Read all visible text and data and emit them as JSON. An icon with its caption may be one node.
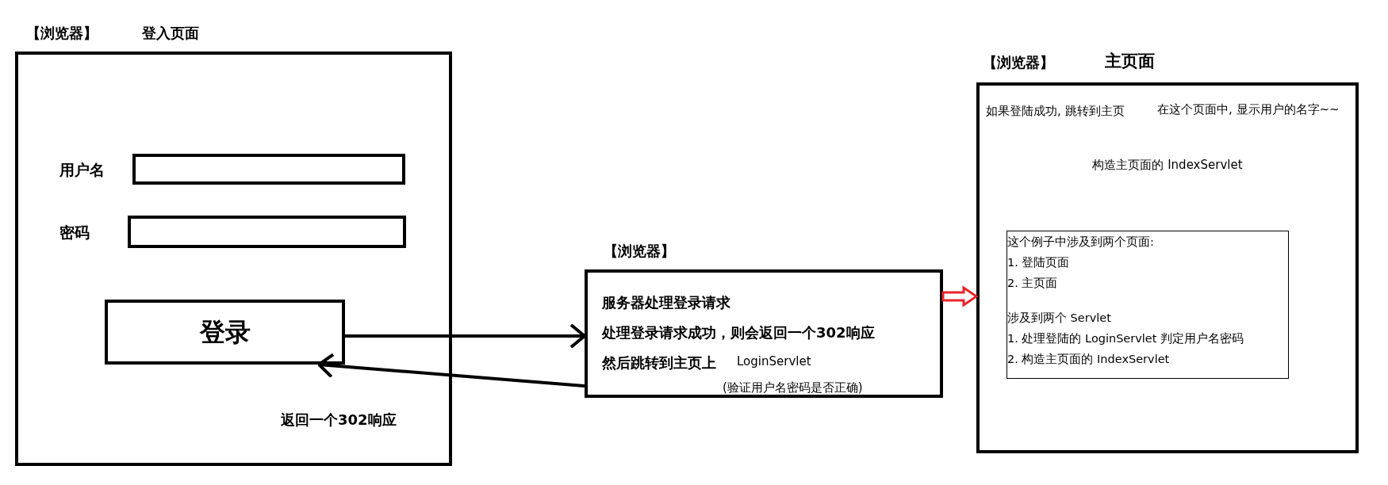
{
  "diagram": {
    "nodes": [
      {
        "text": [
          "【浏览器】",
          "登入页面"
        ]
      },
      {
        "text": [],
        "shape": "box",
        "in": 0,
        "beside": [
          "用户名"
        ]
      },
      {
        "text": [],
        "shape": "box",
        "in": 0,
        "beside": [
          "密码"
        ]
      },
      {
        "text": [
          "登录"
        ],
        "in": 0
      },
      {
        "text": [
          "【浏览器】",
          "服务器处理登录请求",
          "处理登录请求成功，则会返回一个302响应",
          "然后跳转到主页上",
          "LoginServlet",
          "(验证用户名密码是否正确)"
        ]
      },
      {
        "text": [
          "【浏览器】",
          "主页面",
          "如果登陆成功, 跳转到主页",
          "在这个页面中, 显示用户的名字~~",
          "构造主页面的 IndexServlet"
        ]
      },
      {
        "text": [
          "这个例子中涉及到两个页面:",
          "1. 登陆页面",
          "2. 主页面",
          "涉及到两个 Servlet",
          "1. 处理登陆的 LoginServlet 判定用户名密码",
          "2. 构造主页面的 IndexServlet"
        ],
        "in": 5
      }
    ],
    "edges": [
      {
        "from": 3,
        "to": 4,
        "arrow": "to"
      },
      {
        "from": 4,
        "to": 3,
        "arrow": "to",
        "label": "返回一个302响应"
      },
      {
        "from": 4,
        "to": 5,
        "arrow": "to",
        "style": "thick",
        "color": "#e8262b"
      }
    ]
  }
}
